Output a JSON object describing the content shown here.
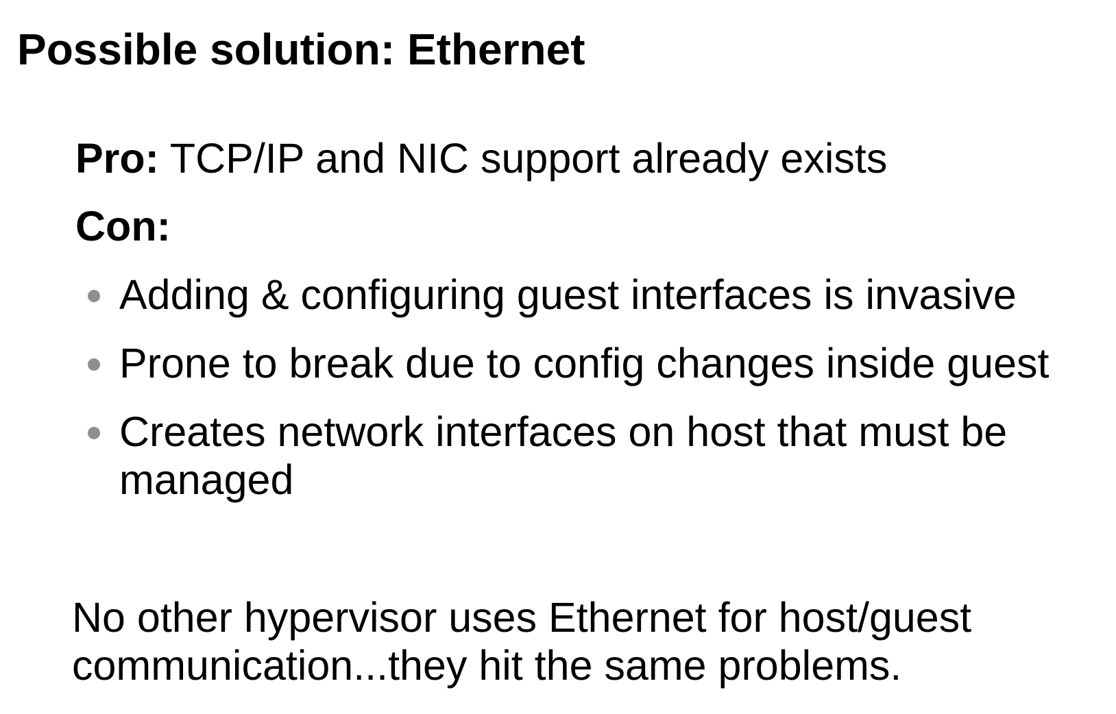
{
  "slide": {
    "title": "Possible solution: Ethernet",
    "pro": {
      "label": "Pro:",
      "text": " TCP/IP and NIC support already exists"
    },
    "con": {
      "label": "Con:"
    },
    "con_items": [
      "Adding & configuring guest interfaces is invasive",
      "Prone to break due to config changes inside guest",
      "Creates network interfaces on host that must be managed"
    ],
    "closing": "No other hypervisor uses Ethernet for host/guest communication...they hit the same problems."
  },
  "colors": {
    "text": "#000000",
    "bullet": "#8f8f8f",
    "background": "#ffffff"
  }
}
